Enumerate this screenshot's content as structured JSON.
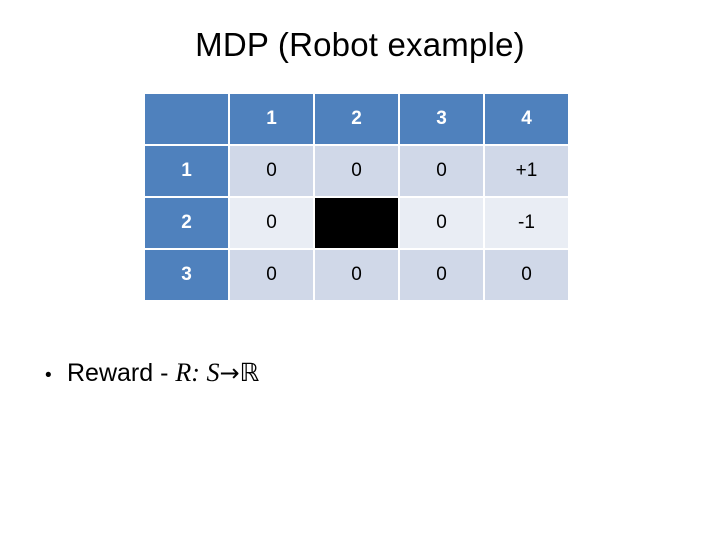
{
  "slide": {
    "title": "MDP (Robot example)"
  },
  "grid": {
    "corner_label": "",
    "column_headers": [
      "1",
      "2",
      "3",
      "4"
    ],
    "rows": [
      {
        "header": "1",
        "cells": [
          {
            "value": "0",
            "blocked": false
          },
          {
            "value": "0",
            "blocked": false
          },
          {
            "value": "0",
            "blocked": false
          },
          {
            "value": "+1",
            "blocked": false
          }
        ]
      },
      {
        "header": "2",
        "cells": [
          {
            "value": "0",
            "blocked": false
          },
          {
            "value": "",
            "blocked": true
          },
          {
            "value": "0",
            "blocked": false
          },
          {
            "value": "-1",
            "blocked": false
          }
        ]
      },
      {
        "header": "3",
        "cells": [
          {
            "value": "0",
            "blocked": false
          },
          {
            "value": "0",
            "blocked": false
          },
          {
            "value": "0",
            "blocked": false
          },
          {
            "value": "0",
            "blocked": false
          }
        ]
      }
    ],
    "colors": {
      "header_blue": "#4F81BD",
      "band_dark": "#D0D8E8",
      "band_light": "#E9EDF4",
      "blocked": "#000000",
      "header_text": "#FFFFFF",
      "cell_text": "#000000"
    }
  },
  "bullets": [
    {
      "marker": "•",
      "label": "Reward - ",
      "math": {
        "fn": "R",
        "colon": ": ",
        "domain": "S",
        "arrow": "→",
        "codomain": "ℝ"
      }
    }
  ]
}
